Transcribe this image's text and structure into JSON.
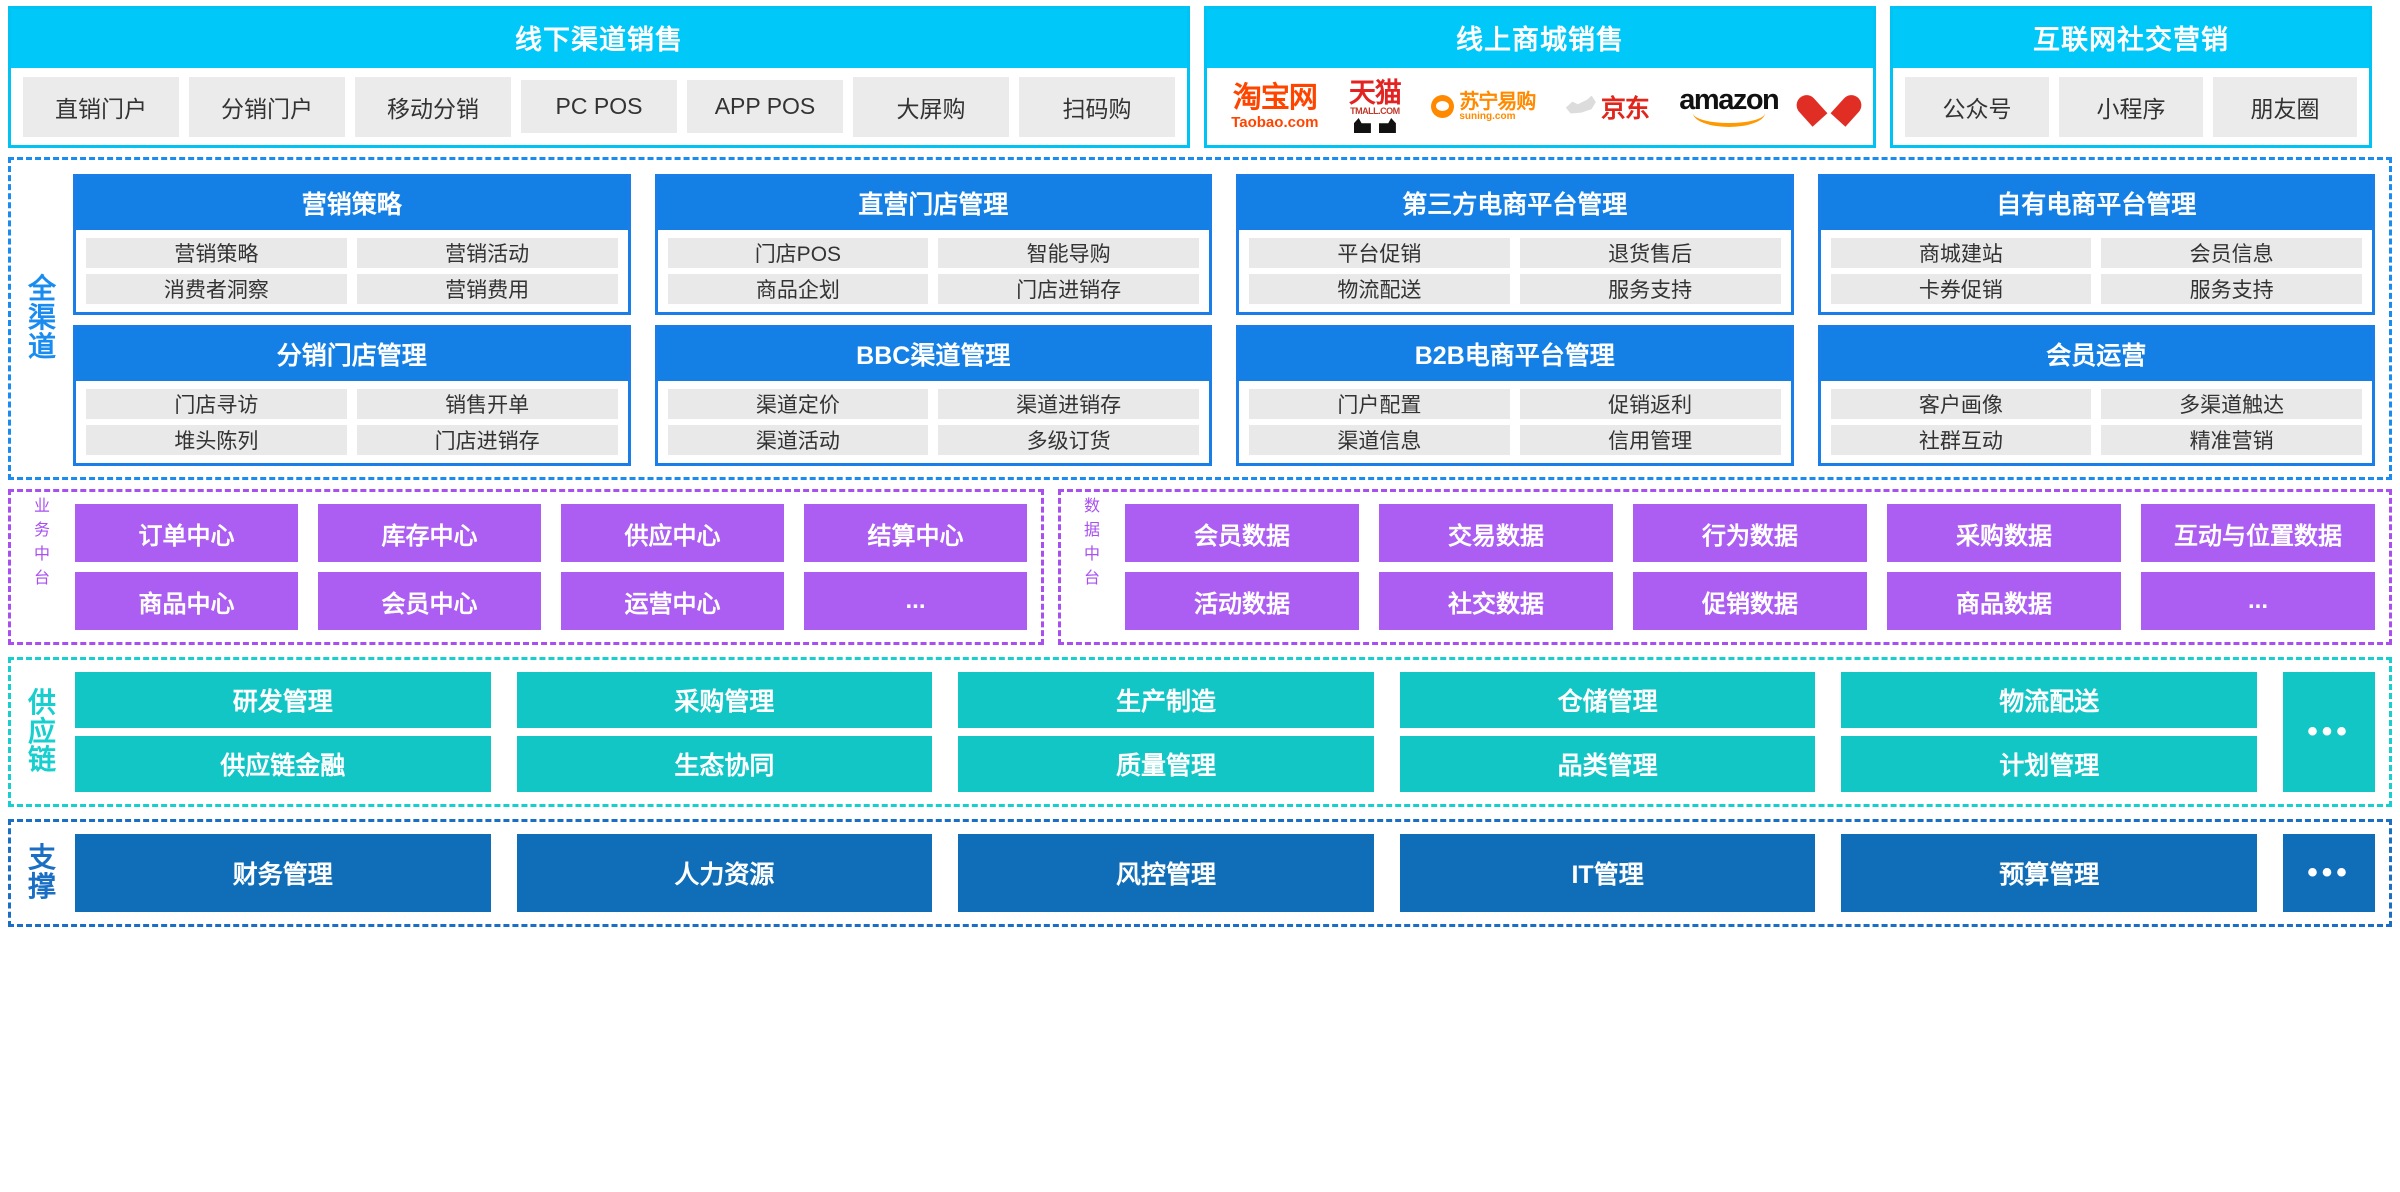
{
  "channels": [
    {
      "key": "offline",
      "title": "线下渠道销售",
      "items": [
        "直销门户",
        "分销门户",
        "移动分销",
        "PC POS",
        "APP POS",
        "大屏购",
        "扫码购"
      ]
    },
    {
      "key": "online",
      "title": "线上商城销售",
      "logos": [
        {
          "name": "taobao-logo",
          "line1": "淘宝网",
          "line2": "Taobao.com"
        },
        {
          "name": "tmall-logo",
          "line1": "天猫",
          "line2": "TMALL.COM"
        },
        {
          "name": "suning-logo",
          "line1": "苏宁易购",
          "line2": "suning.com"
        },
        {
          "name": "jd-logo",
          "line1": "京东",
          "line2": ""
        },
        {
          "name": "amazon-logo",
          "line1": "amazon",
          "line2": ""
        },
        {
          "name": "pinduoduo-logo",
          "line1": "",
          "line2": ""
        }
      ]
    },
    {
      "key": "social",
      "title": "互联网社交营销",
      "items": [
        "公众号",
        "小程序",
        "朋友圈"
      ]
    }
  ],
  "omnichannel": {
    "label": "全渠道",
    "accent": "#1a8cf0",
    "cards": [
      {
        "title": "营销策略",
        "items": [
          "营销策略",
          "营销活动",
          "消费者洞察",
          "营销费用"
        ]
      },
      {
        "title": "直营门店管理",
        "items": [
          "门店POS",
          "智能导购",
          "商品企划",
          "门店进销存"
        ]
      },
      {
        "title": "第三方电商平台管理",
        "items": [
          "平台促销",
          "退货售后",
          "物流配送",
          "服务支持"
        ]
      },
      {
        "title": "自有电商平台管理",
        "items": [
          "商城建站",
          "会员信息",
          "卡券促销",
          "服务支持"
        ]
      },
      {
        "title": "分销门店管理",
        "items": [
          "门店寻访",
          "销售开单",
          "堆头陈列",
          "门店进销存"
        ]
      },
      {
        "title": "BBC渠道管理",
        "items": [
          "渠道定价",
          "渠道进销存",
          "渠道活动",
          "多级订货"
        ]
      },
      {
        "title": "B2B电商平台管理",
        "items": [
          "门户配置",
          "促销返利",
          "渠道信息",
          "信用管理"
        ]
      },
      {
        "title": "会员运营",
        "items": [
          "客户画像",
          "多渠道触达",
          "社群互动",
          "精准营销"
        ]
      }
    ]
  },
  "business_platform": {
    "label": "业务中台",
    "accent": "#a94ff0",
    "tiles": [
      "订单中心",
      "库存中心",
      "供应中心",
      "结算中心",
      "商品中心",
      "会员中心",
      "运营中心",
      "..."
    ]
  },
  "data_platform": {
    "label": "数据中台",
    "accent": "#a94ff0",
    "tiles": [
      "会员数据",
      "交易数据",
      "行为数据",
      "采购数据",
      "互动与位置数据",
      "活动数据",
      "社交数据",
      "促销数据",
      "商品数据",
      "..."
    ]
  },
  "supply_chain": {
    "label": "供应链",
    "accent": "#12c6c6",
    "tiles": [
      "研发管理",
      "采购管理",
      "生产制造",
      "仓储管理",
      "物流配送",
      "供应链金融",
      "生态协同",
      "质量管理",
      "品类管理",
      "计划管理"
    ],
    "more": "•••"
  },
  "support": {
    "label": "支撑",
    "accent": "#106eb8",
    "tiles": [
      "财务管理",
      "人力资源",
      "风控管理",
      "IT管理",
      "预算管理"
    ],
    "more": "•••"
  }
}
